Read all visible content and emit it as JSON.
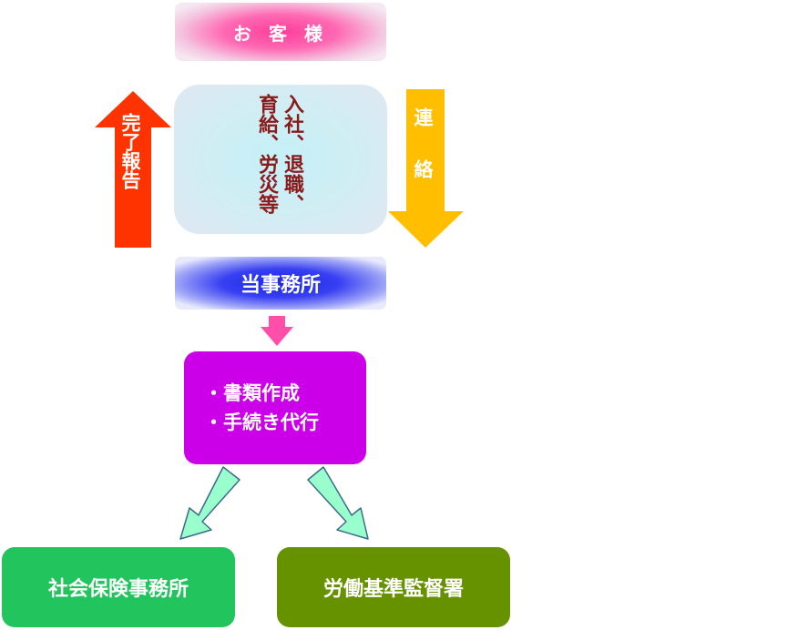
{
  "nodes": {
    "customer": "お 客 様",
    "request_line1": "入社、退職、",
    "request_line2": "育給、労災等",
    "office": "当事務所",
    "tasks": [
      "・書類作成",
      "・手続き代行"
    ],
    "social_insurance_office": "社会保険事務所",
    "labor_standards_office": "労働基準監督署"
  },
  "arrows": {
    "report_label": "完了報告",
    "contact_label": "連絡"
  },
  "colors": {
    "report_arrow": "#ff3300",
    "contact_arrow": "#ffbf00",
    "pink_arrow": "#ff4fa8",
    "branch_arrows": "#99ffcc"
  }
}
